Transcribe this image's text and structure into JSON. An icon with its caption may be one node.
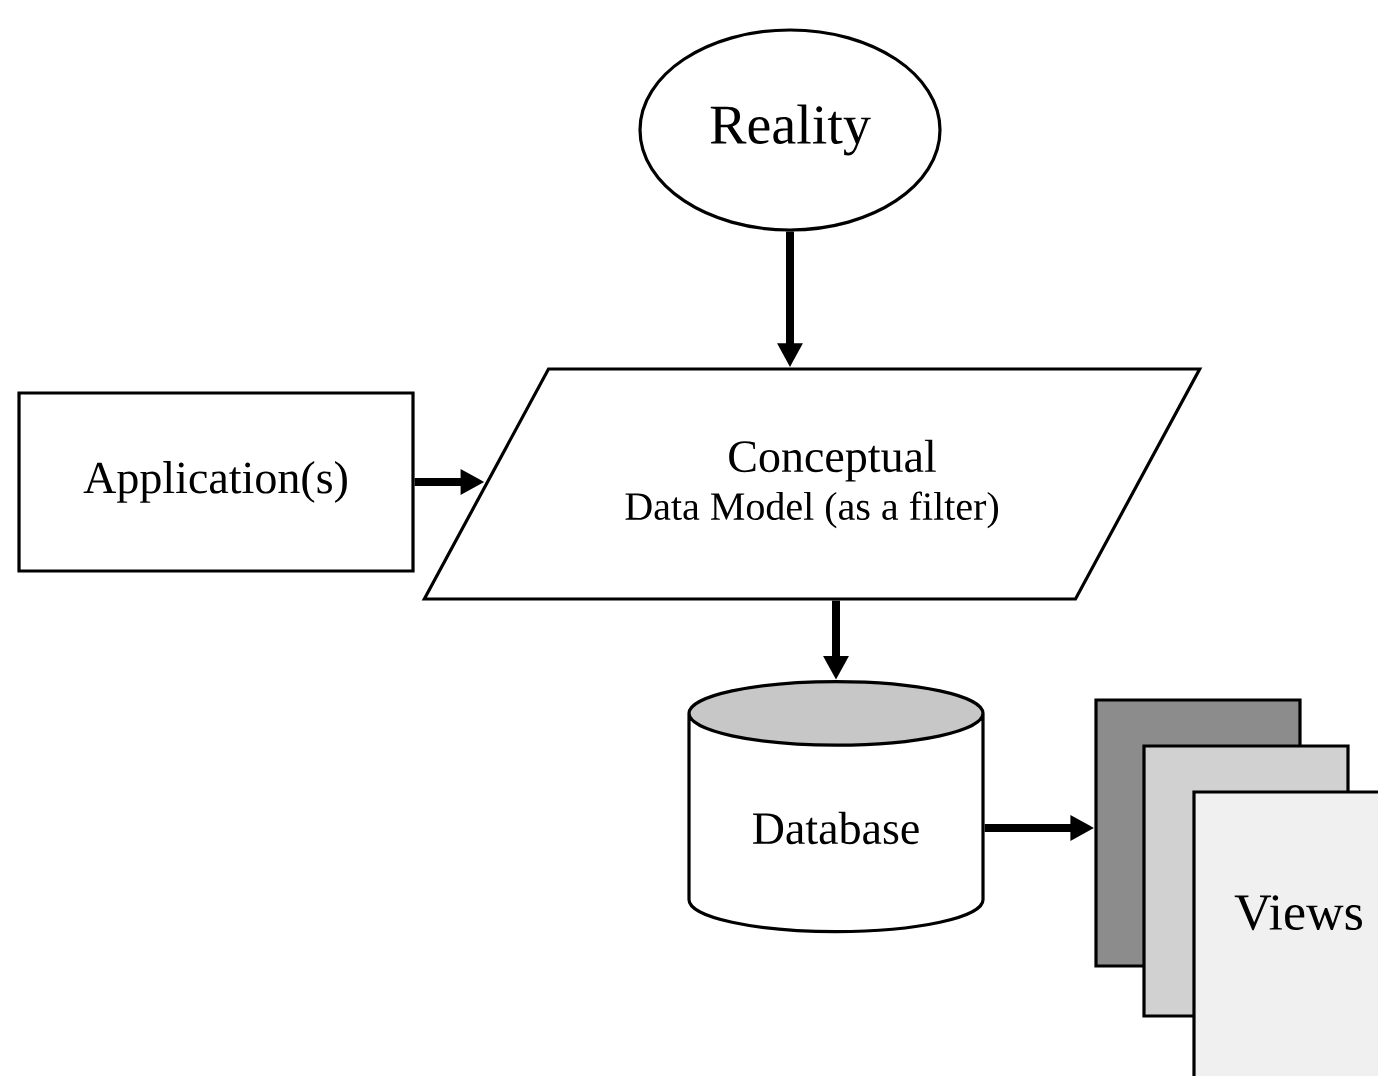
{
  "diagram": {
    "nodes": [
      {
        "text": [
          "Reality"
        ]
      },
      {
        "text": [
          "Application(s)"
        ]
      },
      {
        "text": [
          "Conceptual",
          "Data Model (as a filter)"
        ]
      },
      {
        "text": [
          "Database"
        ]
      },
      {
        "text": [
          "Views"
        ]
      }
    ],
    "edges": [
      {
        "from": 0,
        "to": 2,
        "arrow": "to"
      },
      {
        "from": 1,
        "to": 2,
        "arrow": "to"
      },
      {
        "from": 2,
        "to": 3,
        "arrow": "to"
      },
      {
        "from": 3,
        "to": 4,
        "arrow": "to"
      }
    ]
  }
}
